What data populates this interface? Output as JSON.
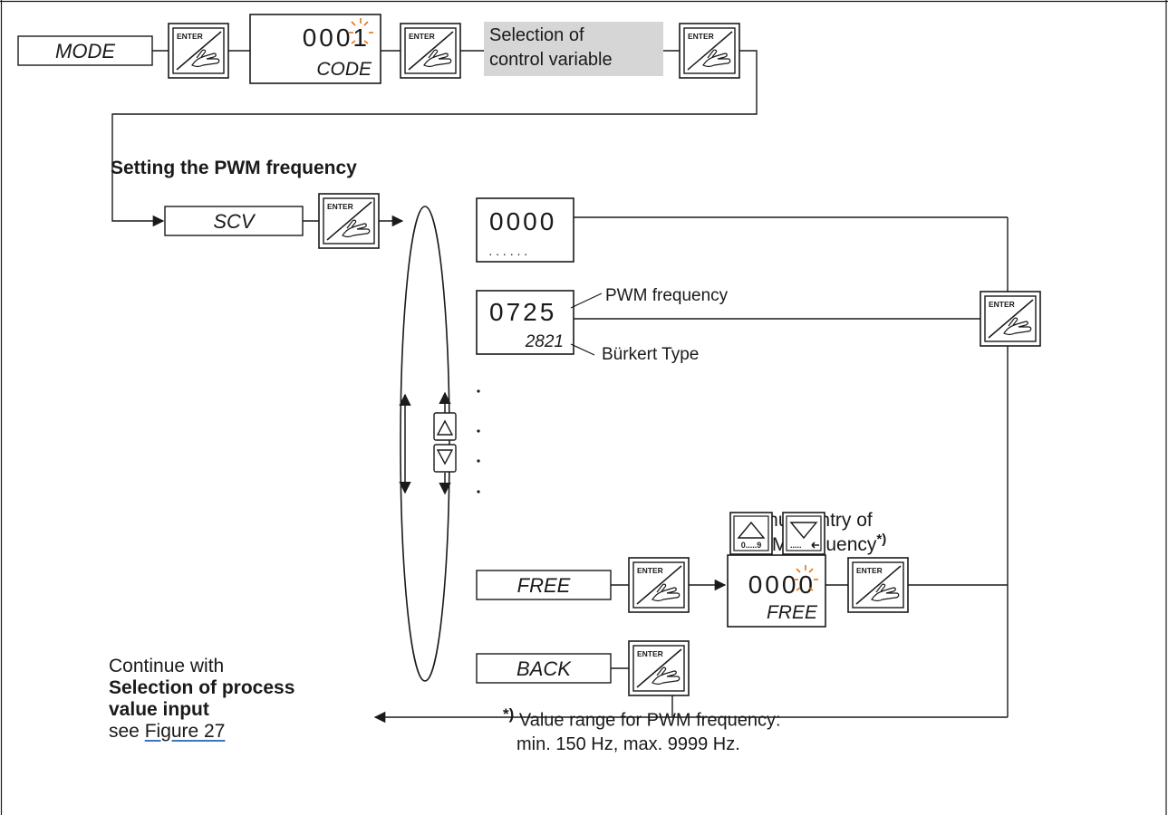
{
  "top": {
    "mode_label": "MODE",
    "code_display": {
      "value": "0001",
      "caption": "CODE"
    },
    "selection_label_line1": "Selection of",
    "selection_label_line2": "control variable"
  },
  "section_title": "Setting the PWM frequency",
  "scv_label": "SCV",
  "enter_label": "ENTER",
  "displays": {
    "first": {
      "value": "0000",
      "caption": ". . . . . ."
    },
    "type": {
      "value": "0725",
      "caption": "2821"
    },
    "free": {
      "value": "0000",
      "caption": "FREE"
    }
  },
  "annotations": {
    "pwm_frequency": "PWM frequency",
    "burkert_type": "Bürkert Type",
    "manual_entry_line1": "Manual entry of",
    "manual_entry_line2": "PWM frequency",
    "manual_entry_mark": "*)"
  },
  "digit_keys": {
    "up_caption": "0.....9",
    "down_caption": "....."
  },
  "menu_items": {
    "free": "FREE",
    "back": "BACK"
  },
  "continue_note": {
    "line1": "Continue with",
    "line2": "Selection of process",
    "line3": "value input",
    "line4_prefix": "see ",
    "link": "Figure 27"
  },
  "footnote": {
    "mark": "*)",
    "line1": "Value range for PWM frequency:",
    "line2": "min. 150 Hz, max. 9999 Hz."
  },
  "colors": {
    "line": "#1a1a1a",
    "highlight": "#d6d6d6",
    "blink": "#e07818",
    "link": "#3a74c4"
  }
}
